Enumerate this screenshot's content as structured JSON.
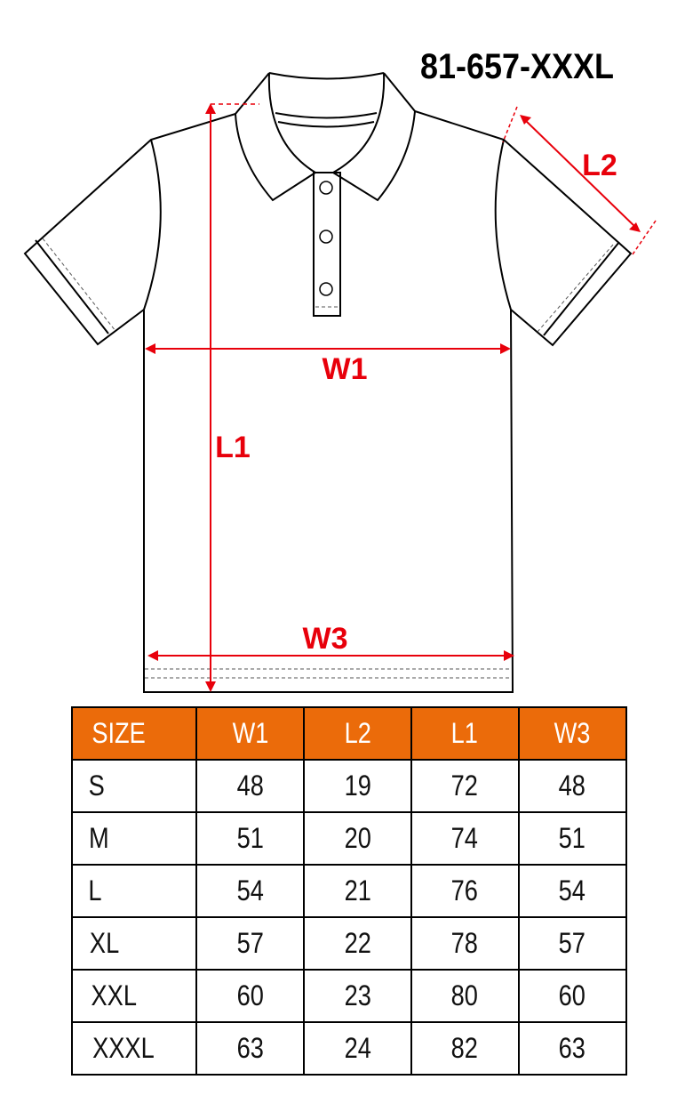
{
  "product_code": "81-657-XXXL",
  "labels": {
    "w1": "W1",
    "l1": "L1",
    "l2": "L2",
    "w3": "W3"
  },
  "colors": {
    "header_bg": "#eb6b0a",
    "measure_red": "#e8000b"
  },
  "table": {
    "headers": [
      "SIZE",
      "W1",
      "L2",
      "L1",
      "W3"
    ],
    "rows": [
      [
        "S",
        "48",
        "19",
        "72",
        "48"
      ],
      [
        "M",
        "51",
        "20",
        "74",
        "51"
      ],
      [
        "L",
        "54",
        "21",
        "76",
        "54"
      ],
      [
        "XL",
        "57",
        "22",
        "78",
        "57"
      ],
      [
        "XXL",
        "60",
        "23",
        "80",
        "60"
      ],
      [
        "XXXL",
        "63",
        "24",
        "82",
        "63"
      ]
    ]
  }
}
